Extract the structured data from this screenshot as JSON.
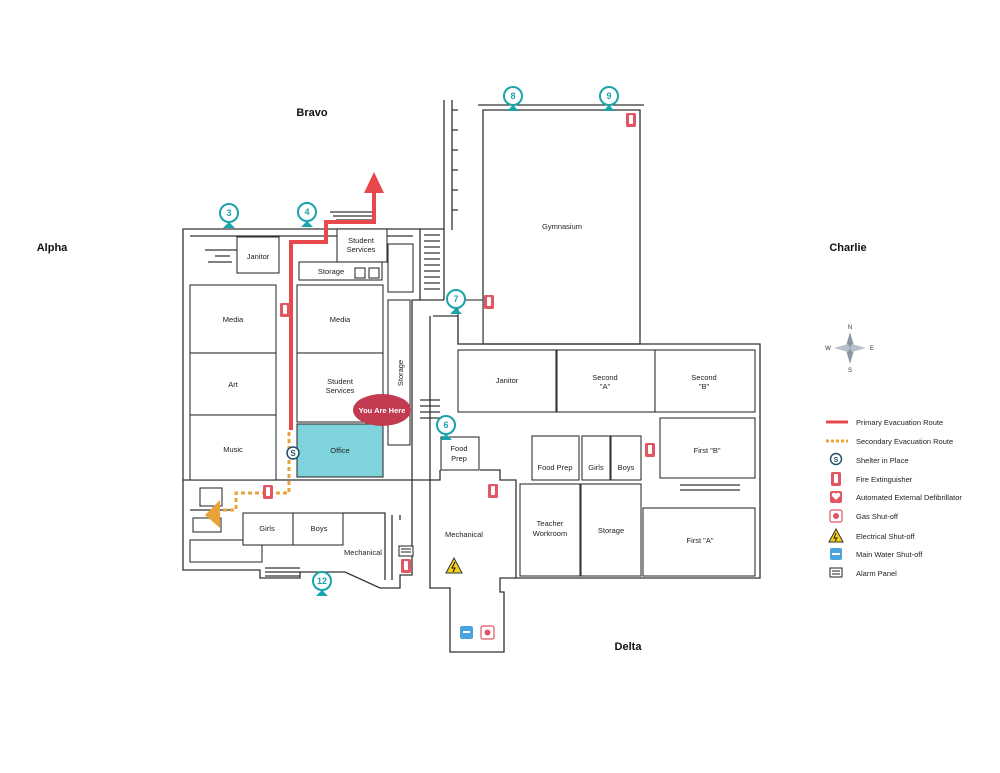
{
  "directions": {
    "north": "Bravo",
    "west": "Alpha",
    "east": "Charlie",
    "south": "Delta"
  },
  "you_are_here": "You Are Here",
  "rooms": {
    "janitor_w": "Janitor",
    "student_services_n_1": "Student",
    "student_services_n_2": "Services",
    "storage_n": "Storage",
    "media_w": "Media",
    "media_c": "Media",
    "art": "Art",
    "student_services_c_1": "Student",
    "student_services_c_2": "Services",
    "storage_v": "Storage",
    "music": "Music",
    "office": "Office",
    "food_prep_a_1": "Food",
    "food_prep_a_2": "Prep",
    "girls_w": "Girls",
    "boys_w": "Boys",
    "mechanical_w": "Mechanical",
    "gymnasium": "Gymnasium",
    "janitor_e": "Janitor",
    "second_a_1": "Second",
    "second_a_2": "\"A\"",
    "second_b_1": "Second",
    "second_b_2": "\"B\"",
    "food_prep_b": "Food Prep",
    "girls_e": "Girls",
    "boys_e": "Boys",
    "first_b": "First \"B\"",
    "mechanical_c": "Mechanical",
    "teacher_workroom_1": "Teacher",
    "teacher_workroom_2": "Workroom",
    "storage_e": "Storage",
    "first_a": "First \"A\""
  },
  "markers": [
    "3",
    "4",
    "6",
    "7",
    "8",
    "9",
    "12"
  ],
  "compass": {
    "n": "N",
    "s": "S",
    "e": "E",
    "w": "W"
  },
  "legend": [
    {
      "icon": "primary-route-icon",
      "label": "Primary Evacuation Route"
    },
    {
      "icon": "secondary-route-icon",
      "label": "Secondary Evacuation Route"
    },
    {
      "icon": "shelter-icon",
      "label": "Shelter in Place"
    },
    {
      "icon": "fire-extinguisher-icon",
      "label": "Fire Extinguisher"
    },
    {
      "icon": "aed-icon",
      "label": "Automated External Defibrillator"
    },
    {
      "icon": "gas-shutoff-icon",
      "label": "Gas Shut-off"
    },
    {
      "icon": "electrical-shutoff-icon",
      "label": "Electrical Shut-off"
    },
    {
      "icon": "water-shutoff-icon",
      "label": "Main Water Shut-off"
    },
    {
      "icon": "alarm-panel-icon",
      "label": "Alarm Panel"
    }
  ],
  "colors": {
    "primary_route": "#e8474c",
    "secondary_route": "#e8a33a",
    "office": "#7fd3dc",
    "marker": "#1aa3ad",
    "callout": "#c23b50",
    "extinguisher": "#e25563"
  }
}
